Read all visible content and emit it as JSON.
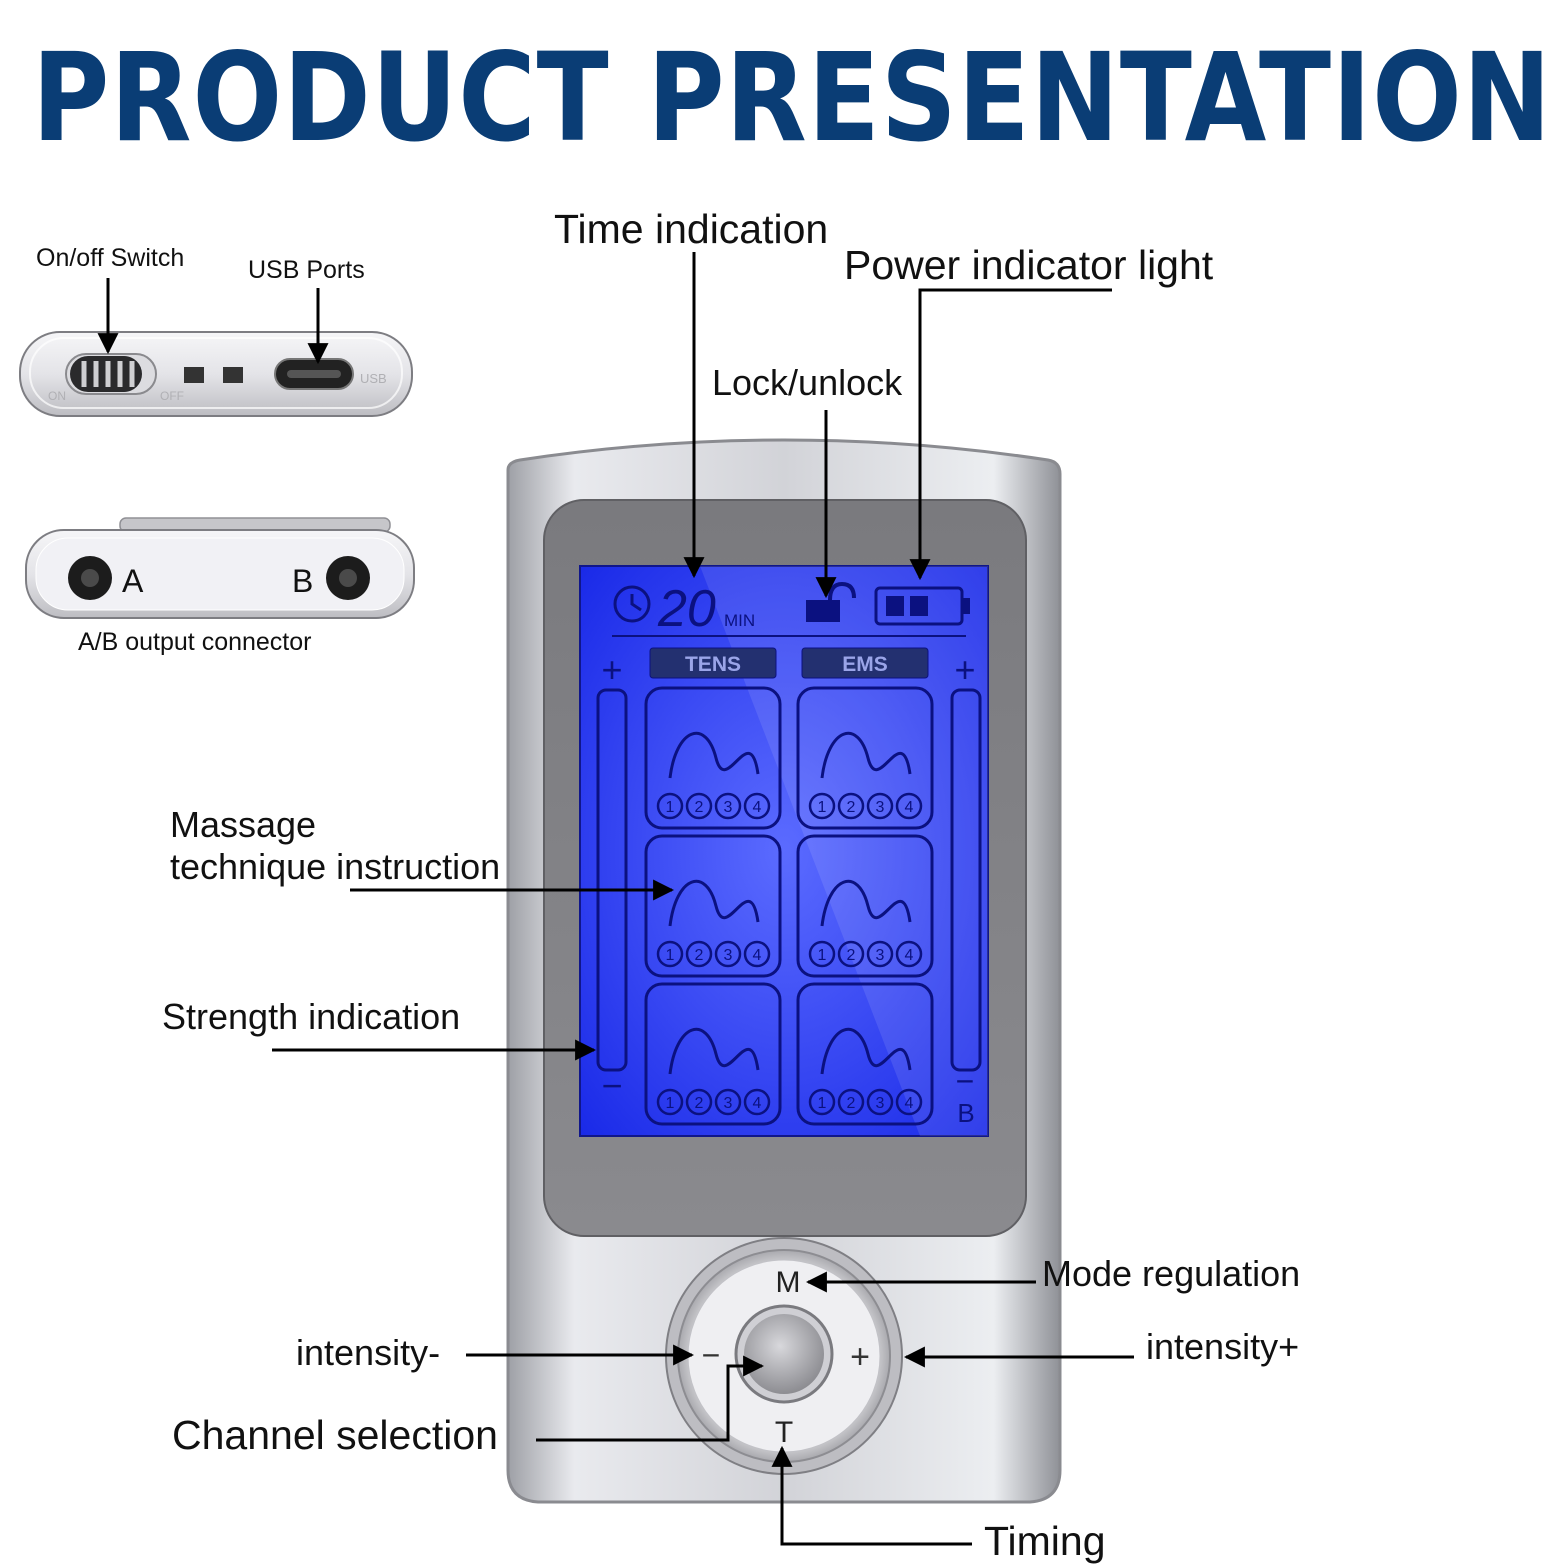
{
  "title": "PRODUCT PRESENTATION",
  "labels": {
    "on_off_switch": "On/off Switch",
    "usb_ports": "USB Ports",
    "ab_output_connector": "A/B output connector",
    "time_indication": "Time indication",
    "power_indicator_light": "Power indicator light",
    "lock_unlock": "Lock/unlock",
    "massage_line1": "Massage",
    "massage_line2": "technique instruction",
    "strength_indication": "Strength indication",
    "mode_regulation": "Mode regulation",
    "intensity_minus": "intensity-",
    "intensity_plus": "intensity+",
    "channel_selection": "Channel selection",
    "timing": "Timing"
  },
  "switch_panel": {
    "on": "ON",
    "off": "OFF",
    "usb": "USB"
  },
  "connector_panel": {
    "a": "A",
    "b": "B"
  },
  "screen": {
    "timer_value": "20",
    "timer_unit": "MIN",
    "mode_tens": "TENS",
    "mode_ems": "EMS",
    "plus_sign": "+",
    "minus_sign": "−",
    "channel_b": "B",
    "program_numbers": [
      "1",
      "2",
      "3",
      "4"
    ]
  },
  "buttons": {
    "mode": "M",
    "minus": "−",
    "plus": "+",
    "timing": "T"
  },
  "colors": {
    "title": "#0a3d75",
    "lcd": "#2b3df0",
    "device": "#c9c9cc"
  }
}
